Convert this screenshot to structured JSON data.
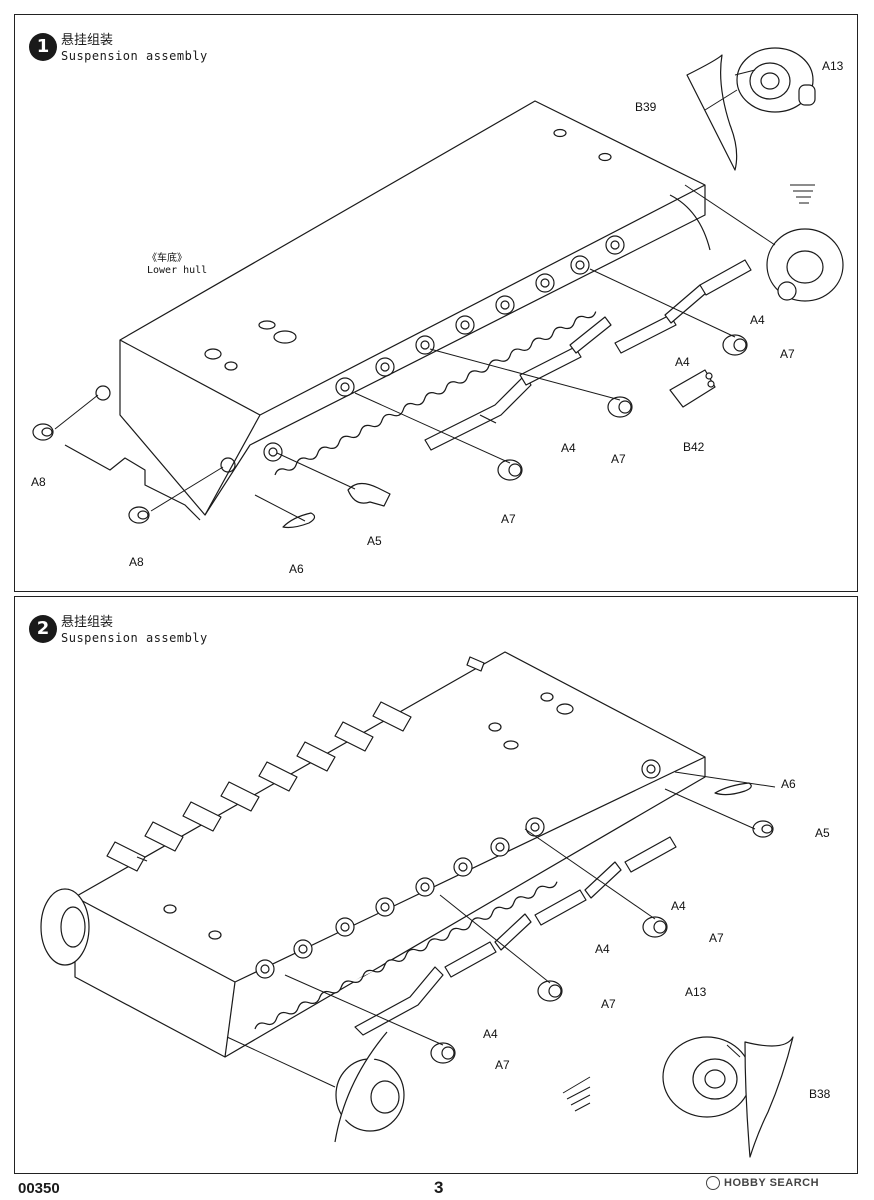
{
  "steps": [
    {
      "number": "1",
      "title_cn": "悬挂组装",
      "title_en": "Suspension assembly",
      "hull_label_cn": "《车底》",
      "hull_label_en": "Lower hull",
      "part_labels": {
        "a13": "A13",
        "b39": "B39",
        "a4_top": "A4",
        "a7_top": "A7",
        "a4_mid": "A4",
        "a4_low": "A4",
        "a7_mid": "A7",
        "b42": "B42",
        "a7_low": "A7",
        "a8_left": "A8",
        "a8_bottom": "A8",
        "a5": "A5",
        "a6": "A6"
      }
    },
    {
      "number": "2",
      "title_cn": "悬挂组装",
      "title_en": "Suspension assembly",
      "part_labels": {
        "a6": "A6",
        "a5": "A5",
        "a4_top": "A4",
        "a7_top": "A7",
        "a4_mid": "A4",
        "a7_mid": "A7",
        "a4_low": "A4",
        "a7_low": "A7",
        "a13": "A13",
        "b38": "B38"
      }
    }
  ],
  "footer": {
    "code": "00350",
    "page": "3",
    "watermark_brand": "HOBBY SEARCH"
  }
}
